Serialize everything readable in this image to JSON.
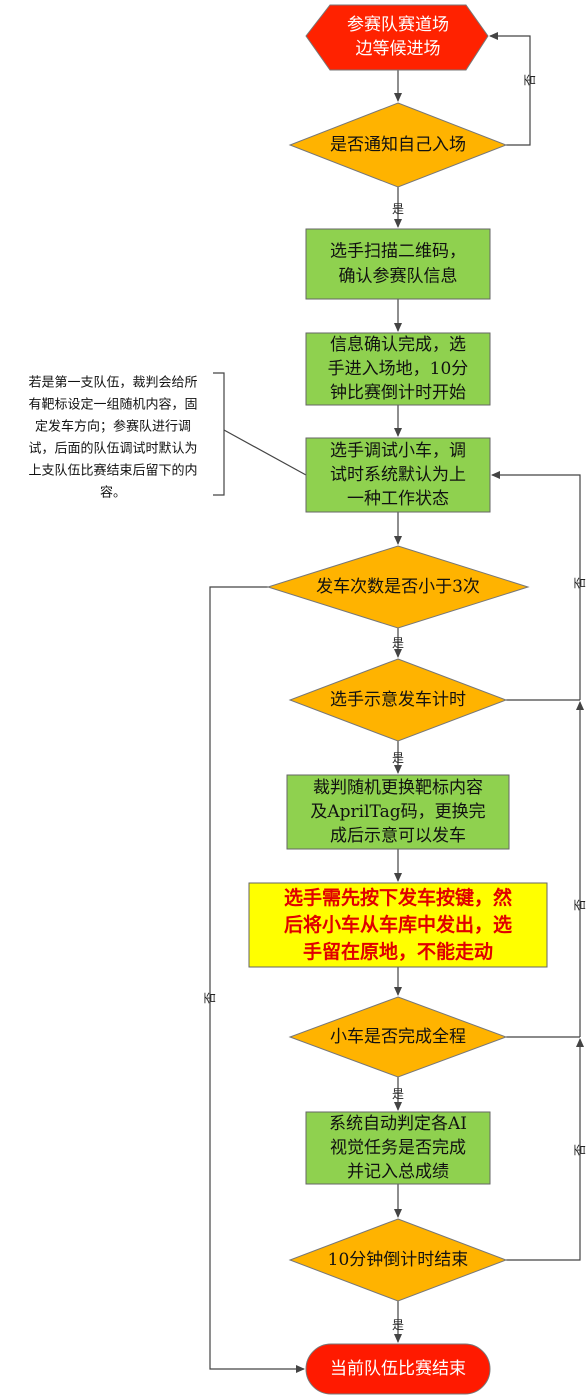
{
  "nodes": {
    "start": [
      "参赛队赛道场",
      "边等候进场"
    ],
    "d_notified": [
      "是否通知自己入场"
    ],
    "scan": [
      "选手扫描二维码，",
      "确认参赛队信息"
    ],
    "enter": [
      "信息确认完成，选",
      "手进入场地，10分",
      "钟比赛倒计时开始"
    ],
    "debug": [
      "选手调试小车，调",
      "试时系统默认为上",
      "一种工作状态"
    ],
    "d_launch_count": [
      "发车次数是否小于3次"
    ],
    "d_signal": [
      "选手示意发车计时"
    ],
    "referee": [
      "裁判随机更换靶标内容",
      "及AprilTag码，更换完",
      "成后示意可以发车"
    ],
    "warning": [
      "选手需先按下发车按键，然",
      "后将小车从车库中发出，选",
      "手留在原地，不能走动"
    ],
    "d_complete": [
      "小车是否完成全程"
    ],
    "judge": [
      "系统自动判定各AI",
      "视觉任务是否完成",
      "并记入总成绩"
    ],
    "d_timeout": [
      "10分钟倒计时结束"
    ],
    "end": [
      "当前队伍比赛结束"
    ]
  },
  "note": [
    "若是第一支队伍，裁判会给所",
    "有靶标设定一组随机内容，固",
    "定发车方向；参赛队进行调",
    "试，后面的队伍调试时默认为",
    "上支队伍比赛结束后留下的内",
    "容。"
  ],
  "edge_labels": {
    "yes": "是",
    "no": "否"
  },
  "colors": {
    "start_fill": "#ff2200",
    "decision_fill": "#ffb300",
    "process_fill": "#8fd14f",
    "warning_fill": "#ffff00",
    "end_fill": "#ff1a00"
  }
}
